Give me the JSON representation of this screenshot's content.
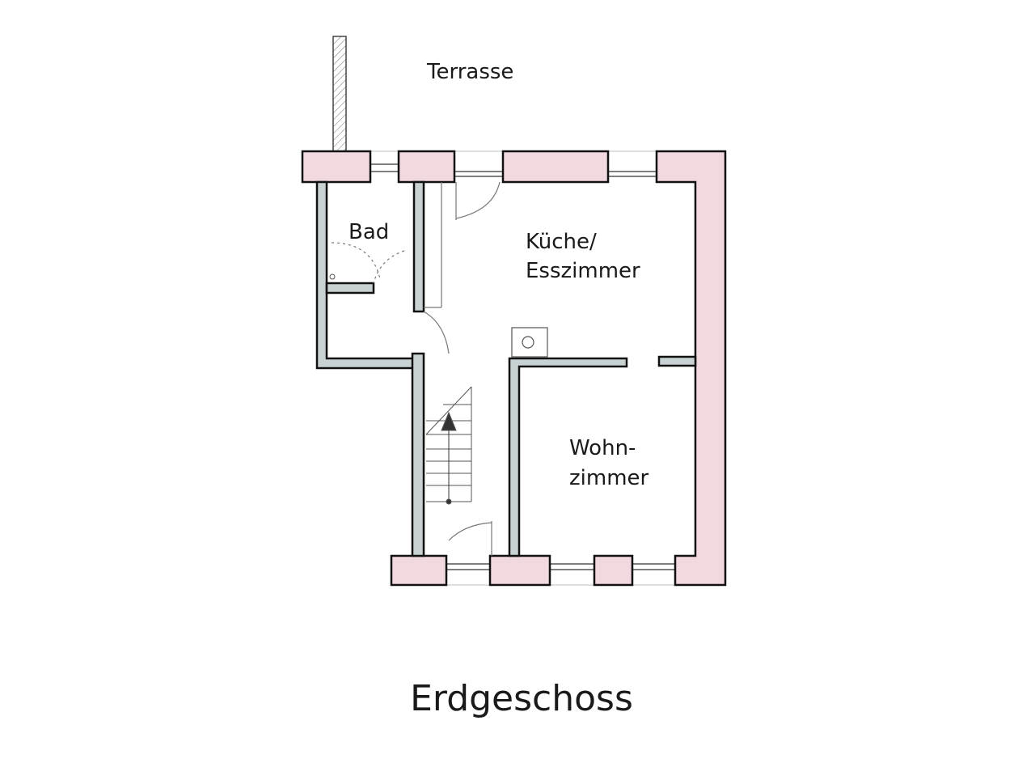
{
  "plan": {
    "title": "Erdgeschoss",
    "rooms": {
      "terrace": "Terrasse",
      "bath": "Bad",
      "kitchen_line1": "Küche/",
      "kitchen_line2": "Esszimmer",
      "living_line1": "Wohn-",
      "living_line2": "zimmer"
    },
    "colors": {
      "exterior_wall": "#f2d8df",
      "interior_wall": "#c8d2d2",
      "outline": "#111111"
    }
  }
}
